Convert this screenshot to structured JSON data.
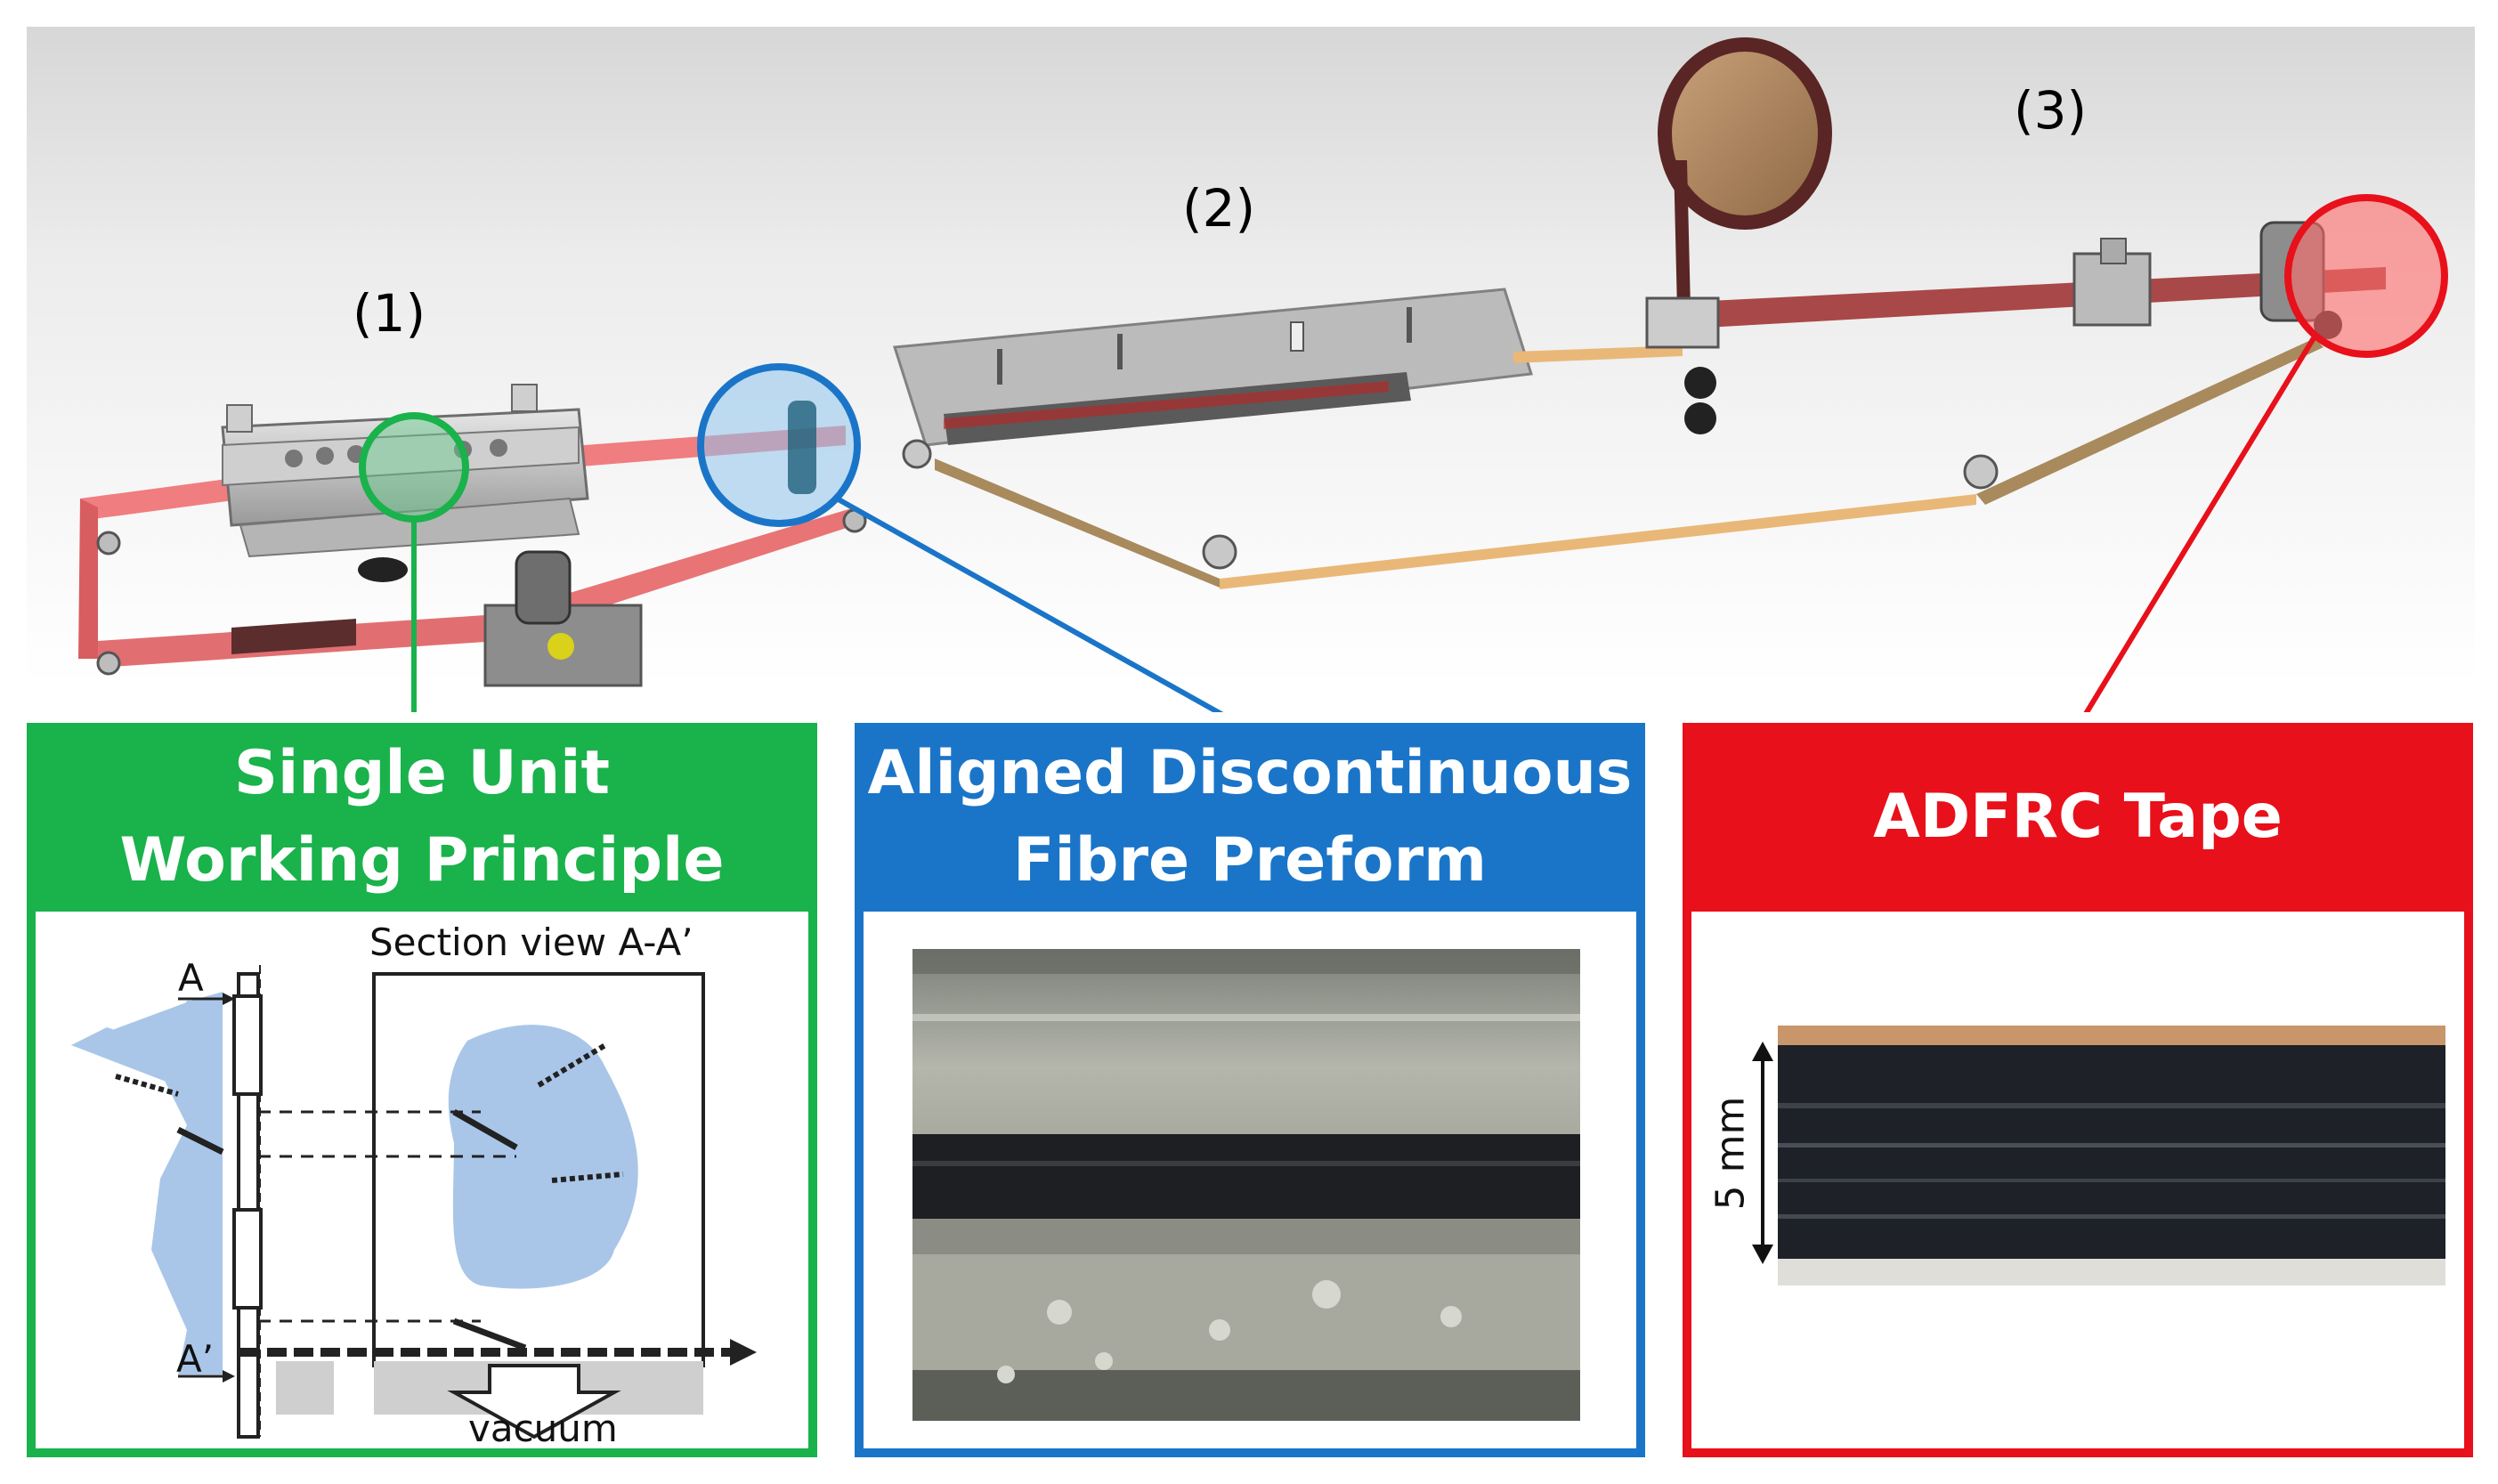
{
  "stages": {
    "stage1": "(1)",
    "stage2": "(2)",
    "stage3": "(3)"
  },
  "panels": {
    "single_unit": {
      "title_line1": "Single Unit",
      "title_line2": "Working Principle",
      "color": "#19b24b",
      "section_label": "Section view A-A’",
      "label_a": "A",
      "label_a_prime": "A’",
      "vacuum_label": "vacuum"
    },
    "preform": {
      "title_line1": "Aligned Discontinuous",
      "title_line2": "Fibre Preform",
      "color": "#1a75c8"
    },
    "tape": {
      "title": "ADFRC Tape",
      "color": "#e8101a",
      "scale_label": "5 mm"
    }
  },
  "colors": {
    "belt_red": "#f0787a",
    "belt_dark": "#8a2a2a",
    "tape_tan": "#e9b878",
    "fibre_blue": "#a9c6e8"
  }
}
